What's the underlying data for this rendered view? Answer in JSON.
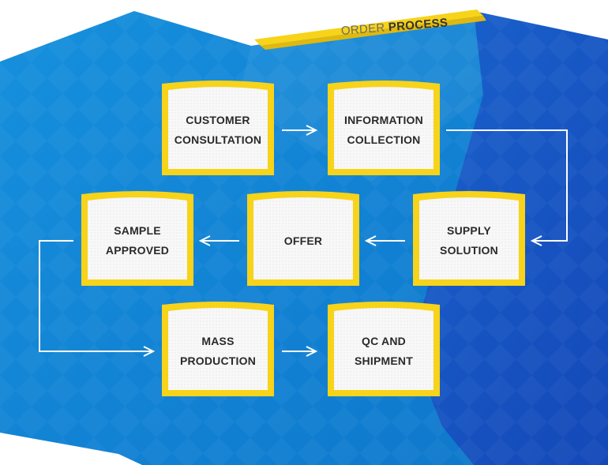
{
  "banner": {
    "prefix": "ORDER",
    "suffix": "PROCESS"
  },
  "colors": {
    "background_blue": "#0f7ed0",
    "background_dark_blue": "#1857c4",
    "accent_yellow": "#f7d31a",
    "card_fill": "#f8f8f8",
    "arrow_color": "#ffffff"
  },
  "steps": [
    {
      "id": "customer-consultation",
      "lines": [
        "CUSTOMER",
        "CONSULTATION"
      ]
    },
    {
      "id": "information-collection",
      "lines": [
        "INFORMATION",
        "COLLECTION"
      ]
    },
    {
      "id": "supply-solution",
      "lines": [
        "SUPPLY",
        "SOLUTION"
      ]
    },
    {
      "id": "offer",
      "lines": [
        "OFFER"
      ]
    },
    {
      "id": "sample-approved",
      "lines": [
        "SAMPLE",
        "APPROVED"
      ]
    },
    {
      "id": "mass-production",
      "lines": [
        "MASS",
        "PRODUCTION"
      ]
    },
    {
      "id": "qc-and-shipment",
      "lines": [
        "QC AND",
        "SHIPMENT"
      ]
    }
  ],
  "flow": [
    [
      "customer-consultation",
      "information-collection"
    ],
    [
      "information-collection",
      "supply-solution"
    ],
    [
      "supply-solution",
      "offer"
    ],
    [
      "offer",
      "sample-approved"
    ],
    [
      "sample-approved",
      "mass-production"
    ],
    [
      "mass-production",
      "qc-and-shipment"
    ]
  ]
}
